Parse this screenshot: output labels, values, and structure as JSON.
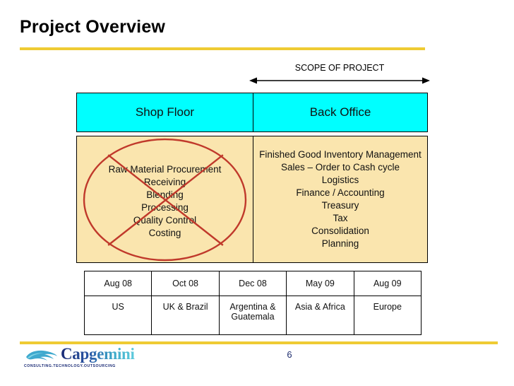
{
  "slide": {
    "title": "Project Overview",
    "page_number": "6",
    "accent_color": "#EFCB33"
  },
  "scope": {
    "label": "SCOPE OF PROJECT",
    "arrow": "double-headed-horizontal-arrow"
  },
  "diagram": {
    "header_cells": [
      {
        "label": "Shop Floor",
        "fill": "#00FFFF"
      },
      {
        "label": "Back Office",
        "fill": "#00FFFF"
      }
    ],
    "columns": [
      {
        "name": "shop-floor",
        "fill": "#FAE5AE",
        "crossed_out": true,
        "cross_color": "#C0392B",
        "items": [
          "Raw Material Procurement",
          "Receiving",
          "Blending",
          "Processing",
          "Quality Control",
          "Costing"
        ]
      },
      {
        "name": "back-office",
        "fill": "#FAE5AE",
        "crossed_out": false,
        "items": [
          "Finished Good Inventory Management",
          "Sales – Order to Cash cycle",
          "Logistics",
          "Finance / Accounting",
          "Treasury",
          "Tax",
          "Consolidation",
          "Planning"
        ]
      }
    ]
  },
  "timeline": {
    "dates": [
      "Aug 08",
      "Oct 08",
      "Dec 08",
      "May 09",
      "Aug 09"
    ],
    "regions": [
      "US",
      "UK & Brazil",
      "Argentina & Guatemala",
      "Asia & Africa",
      "Europe"
    ]
  },
  "footer": {
    "logo_wordmark": "Capgemini",
    "logo_tagline": "CONSULTING.TECHNOLOGY.OUTSOURCING"
  }
}
